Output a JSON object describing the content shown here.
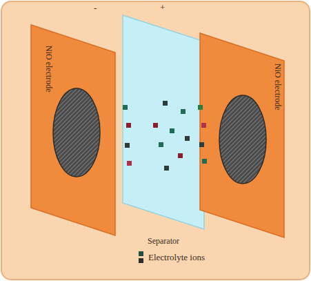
{
  "diagram": {
    "nodes": [
      {
        "text": [
          "NiO electrode"
        ]
      },
      {
        "text": [
          "Separator"
        ]
      },
      {
        "text": [
          "NiO electrode"
        ]
      }
    ],
    "labels": [
      "-",
      "+"
    ],
    "legend": [
      {
        "text": "Electrolyte ions"
      }
    ]
  }
}
